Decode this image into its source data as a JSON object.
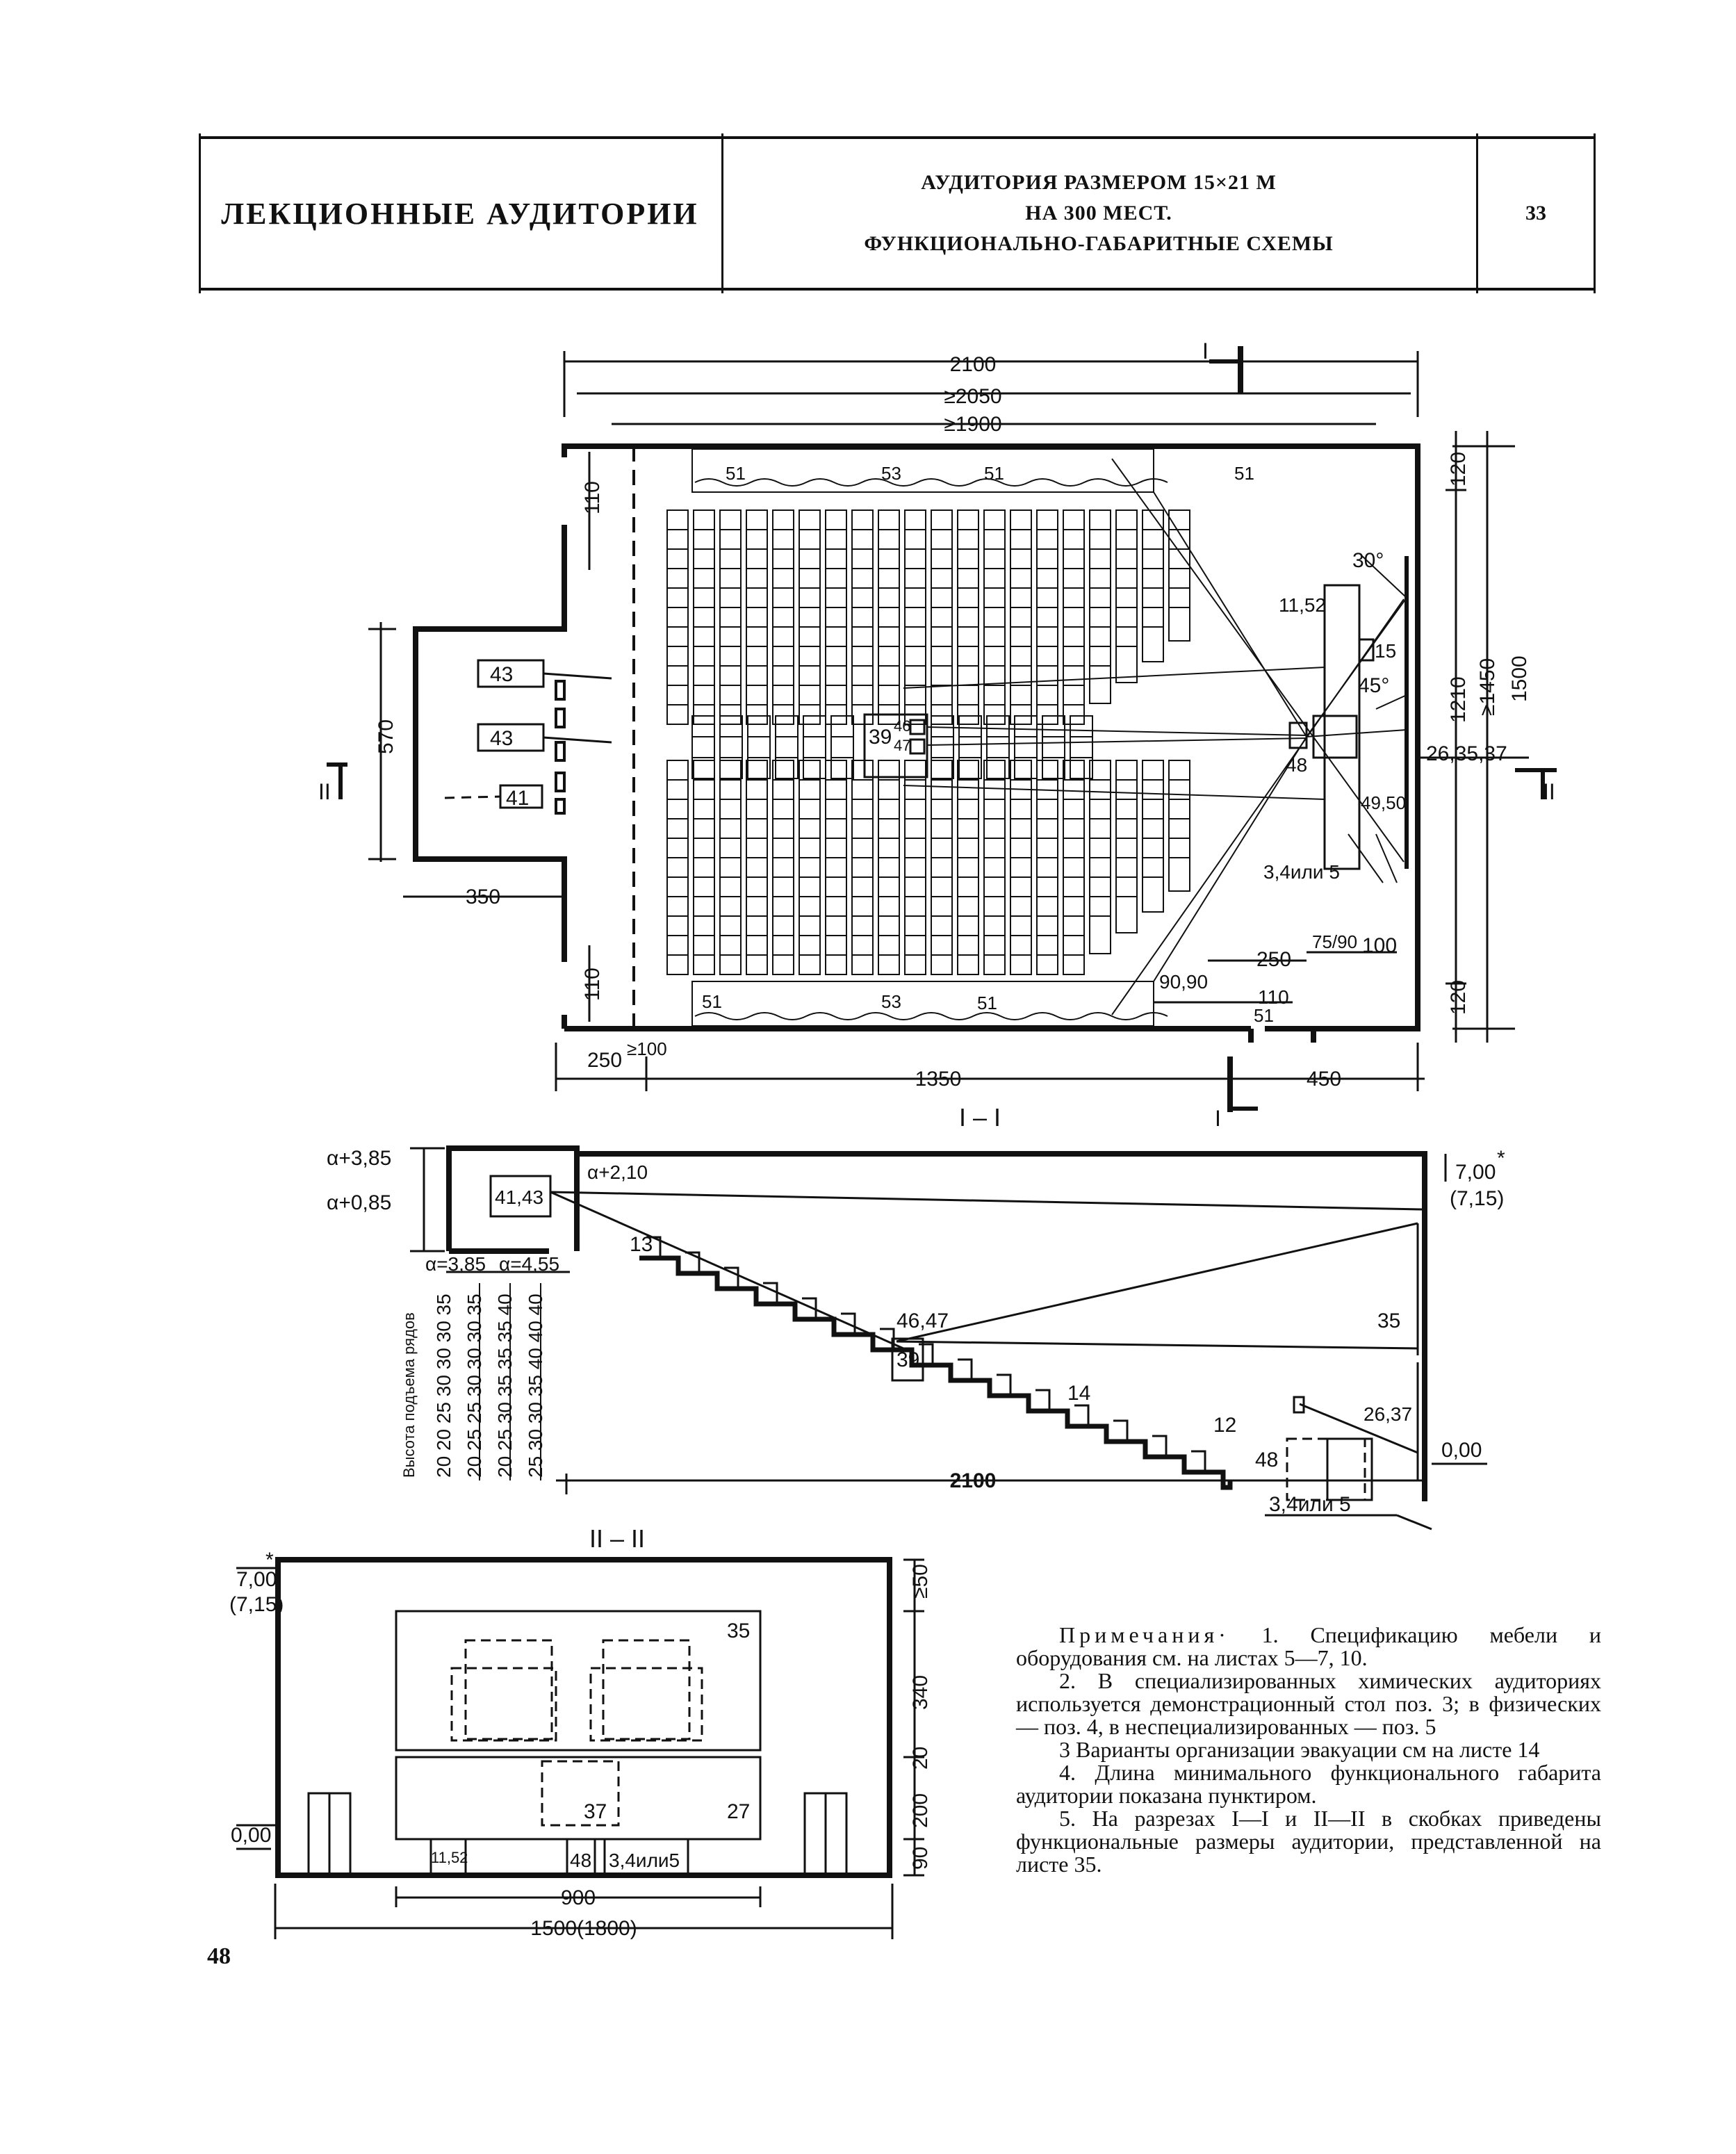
{
  "header": {
    "section": "ЛЕКЦИОННЫЕ АУДИТОРИИ",
    "title_line1": "АУДИТОРИЯ РАЗМЕРОМ 15×21 М",
    "title_line2": "НА 300 МЕСТ.",
    "title_line3": "ФУНКЦИОНАЛЬНО-ГАБАРИТНЫЕ СХЕМЫ",
    "sheet": "33"
  },
  "plan": {
    "dims": {
      "d2100": "2100",
      "d2050": "≥2050",
      "d1900": "≥1900",
      "d1350": "1350",
      "d450": "450",
      "d250": "250",
      "d100": "≥100",
      "d350": "350",
      "d570": "570",
      "d110a": "110",
      "d110b": "110",
      "d120a": "120",
      "d120b": "120",
      "d1210": "1210",
      "d1450": "≥1450",
      "d1500": "1500",
      "d250r": "250",
      "d7590": "75/90",
      "d100r": "100",
      "d9090": "90,90",
      "d110r": "110"
    },
    "angles": {
      "a30": "30°",
      "a45": "45°"
    },
    "labels": {
      "p51a": "51",
      "p53a": "53",
      "p51b": "51",
      "p51c": "51",
      "p51d": "51",
      "p53b": "53",
      "p51e": "51",
      "p51f": "51",
      "p43a": "43",
      "p43b": "43",
      "p41": "41",
      "p39": "39",
      "p46": "46",
      "p47": "47",
      "p1152": "11,52",
      "p15": "15",
      "p48": "48",
      "p4950": "49,50",
      "p26": "26,35,37",
      "p34": "3,4или 5"
    },
    "section_marks": {
      "I_top": "I",
      "I_bottom": "I",
      "II_left": "II",
      "II_right": "II"
    }
  },
  "section1": {
    "title": "I – I",
    "levels": {
      "a385": "α+3,85",
      "a085": "α+0,85",
      "a210": "α+2,10",
      "a385b": "α=3,85",
      "a455": "α=4,55",
      "h700": "7,00",
      "star": "*",
      "h715": "(7,15)",
      "h000": "0,00"
    },
    "labels": {
      "p4143": "41,43",
      "p13": "13",
      "p4647": "46,47",
      "p35": "35",
      "p39": "39",
      "p14": "14",
      "p12": "12",
      "p2637": "26,37",
      "p48": "48",
      "p34": "3,4или 5"
    },
    "dim2100": "2100",
    "rise_title": "Высота подъема рядов",
    "rise_rows": [
      "20 20 25 30 30 30 35",
      "20 25 25 30 30 30 35",
      "20 25 30 35 35 35 40",
      "25 30 30 35 40 40 40"
    ]
  },
  "section2": {
    "title": "II – II",
    "levels": {
      "h700": "7,00",
      "star": "*",
      "h715": "(7,15)",
      "h000": "0,00"
    },
    "labels": {
      "p35": "35",
      "p37": "37",
      "p27": "27",
      "p1152": "11,52",
      "p48": "48",
      "p34": "3,4или5"
    },
    "dims": {
      "d50": "≥50",
      "d340": "340",
      "d20": "20",
      "d200": "200",
      "d90": "90",
      "d900": "900",
      "d1500": "1500(1800)"
    }
  },
  "notes": {
    "head": "Примечания·",
    "n1": " 1. Спецификацию мебели и оборудования см. на листах 5—7, 10.",
    "n2": "2. В специализированных химических аудиториях используется демонстрационный стол поз. 3; в физических — поз. 4, в неспециализированных — поз. 5",
    "n3": "3 Варианты организации эвакуации см на листе 14",
    "n4": "4. Длина минимального функционального габарита аудитории показана пунктиром.",
    "n5": "5. На разрезах I—I и II—II в скобках приведены функциональные размеры аудитории, представленной на листе 35."
  },
  "page_number": "48"
}
